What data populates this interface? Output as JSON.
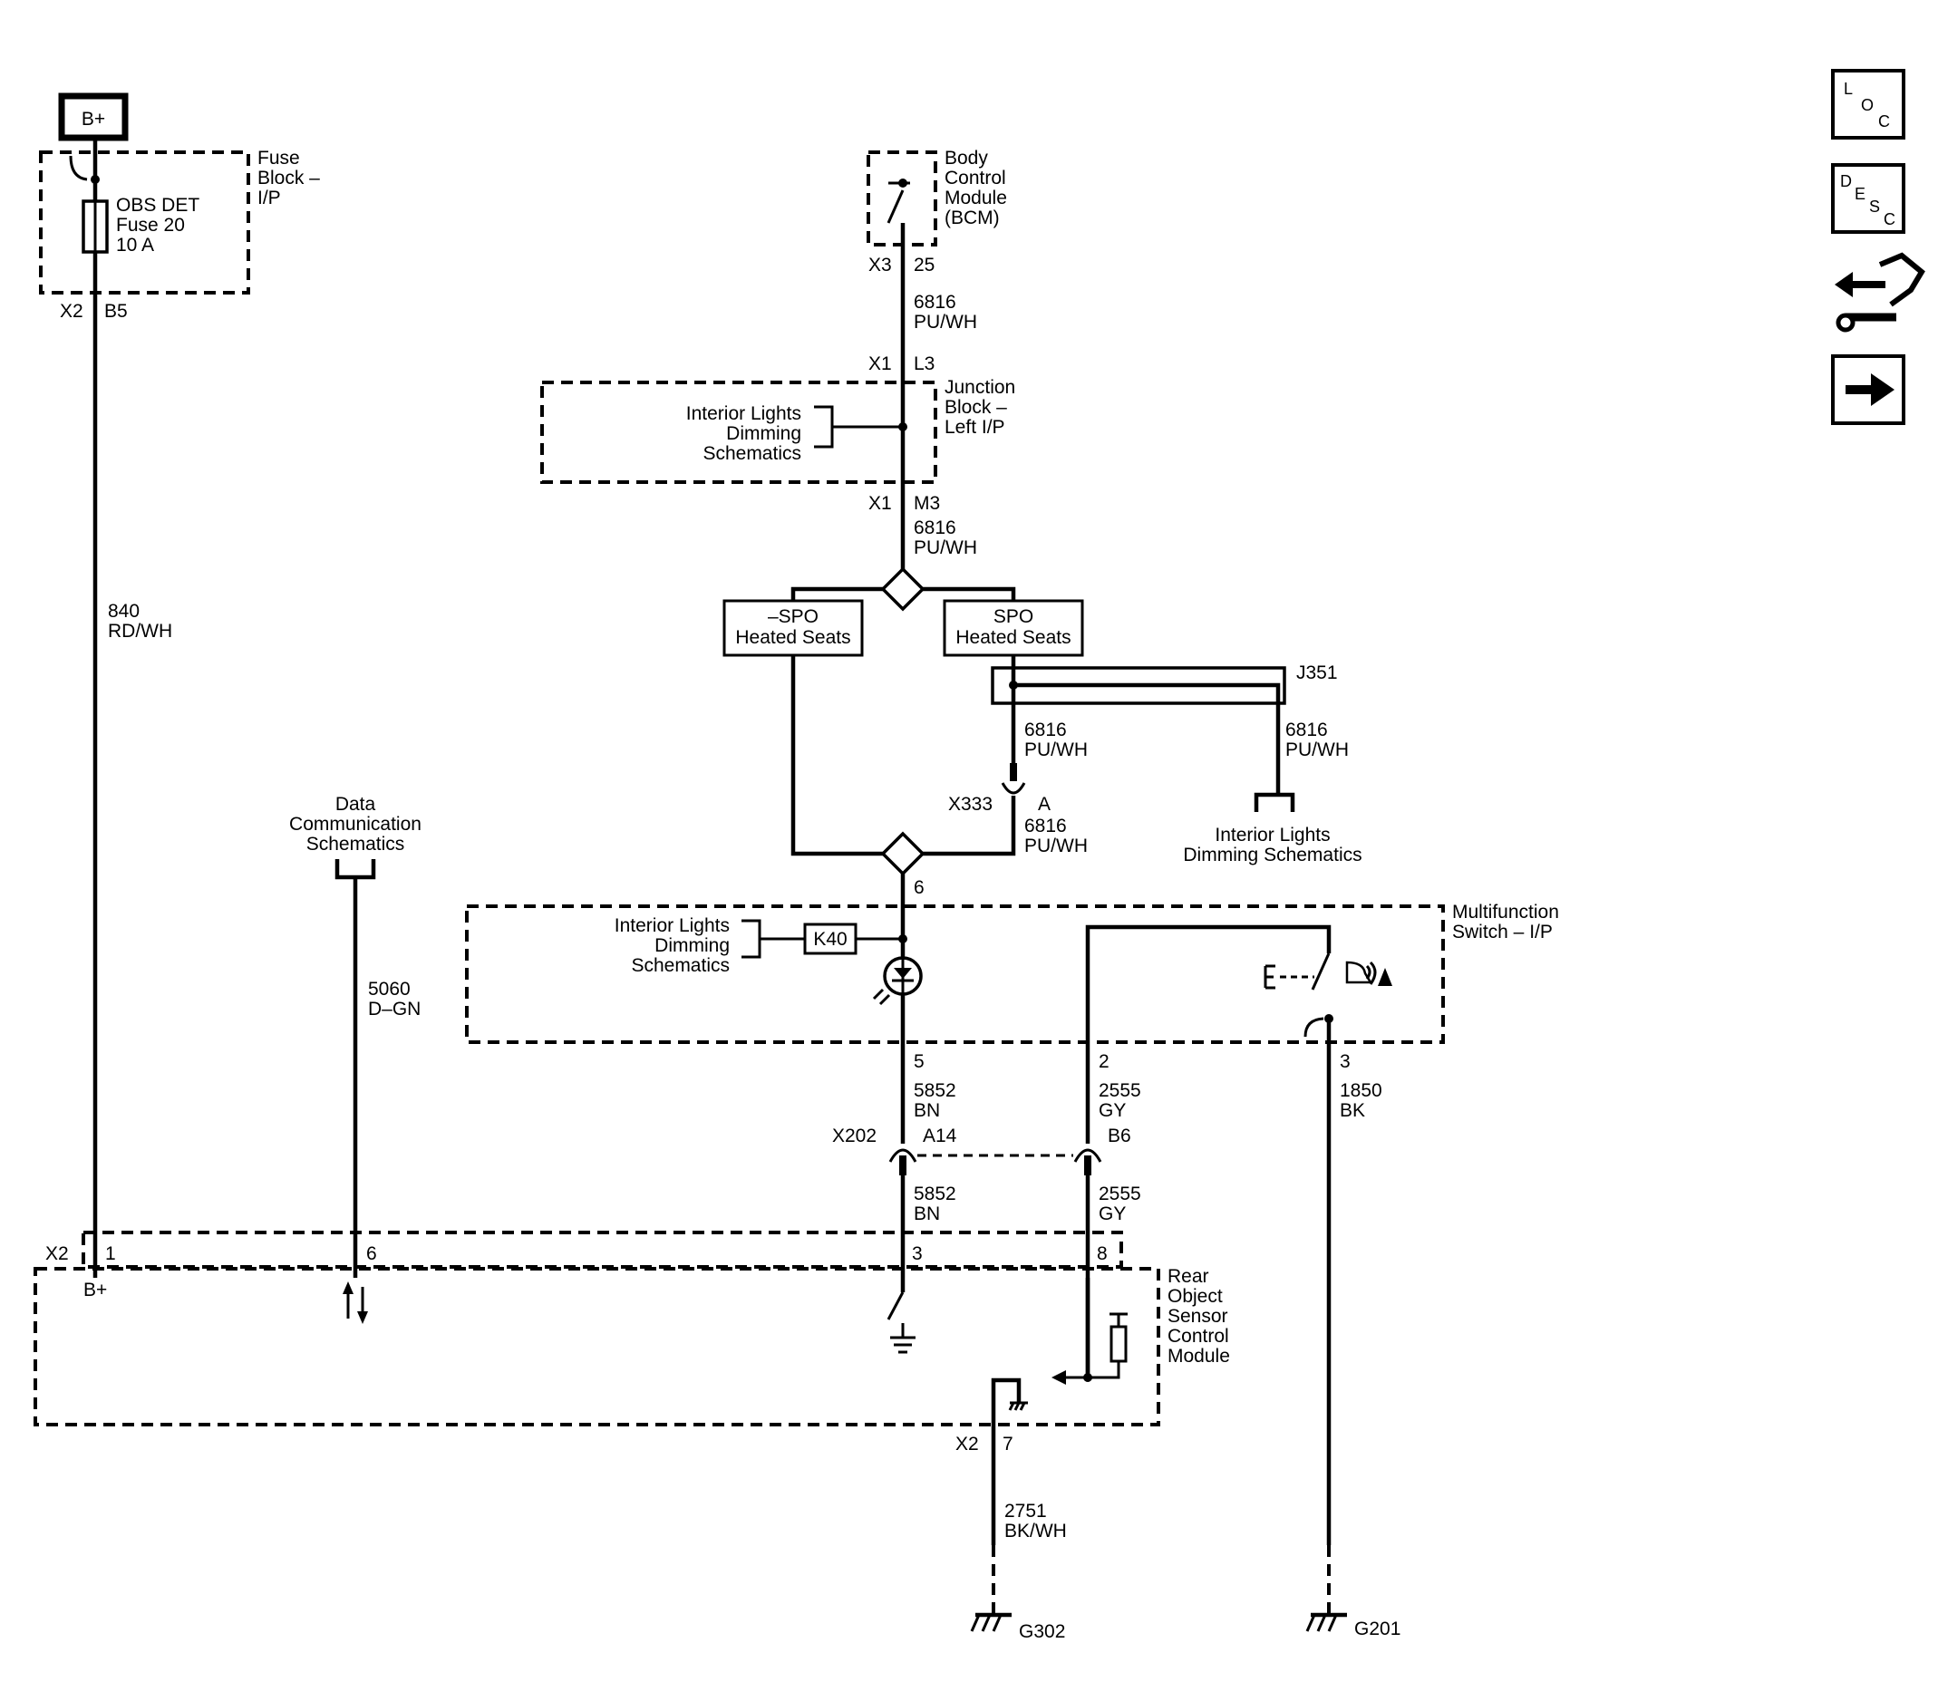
{
  "power": {
    "bplus": "B+"
  },
  "fuse_block": {
    "name": [
      "Fuse",
      "Block –",
      "I/P"
    ],
    "fuse": [
      "OBS DET",
      "Fuse 20",
      "10 A"
    ],
    "connector": "X2",
    "pin": "B5"
  },
  "wire_840": {
    "circuit": "840",
    "color": "RD/WH"
  },
  "bcm": {
    "name": [
      "Body",
      "Control",
      "Module",
      "(BCM)"
    ],
    "connector": "X3",
    "pin": "25"
  },
  "wire_6816_a": {
    "circuit": "6816",
    "color": "PU/WH"
  },
  "junction_block": {
    "name": [
      "Junction",
      "Block –",
      "Left I/P"
    ],
    "top_connector": "X1",
    "top_pin": "L3",
    "bottom_connector": "X1",
    "bottom_pin": "M3",
    "ref": [
      "Interior Lights",
      "Dimming",
      "Schematics"
    ]
  },
  "wire_6816_b": {
    "circuit": "6816",
    "color": "PU/WH"
  },
  "options": {
    "no_spo": [
      "–SPO",
      "Heated Seats"
    ],
    "spo": [
      "SPO",
      "Heated Seats"
    ]
  },
  "splice": {
    "name": "J351"
  },
  "wire_6816_c": {
    "circuit": "6816",
    "color": "PU/WH"
  },
  "wire_6816_d": {
    "circuit": "6816",
    "color": "PU/WH"
  },
  "x333": {
    "connector": "X333",
    "pin": "A"
  },
  "wire_6816_e": {
    "circuit": "6816",
    "color": "PU/WH"
  },
  "interior_ref_right": [
    "Interior Lights",
    "Dimming Schematics"
  ],
  "data_comm_ref": [
    "Data",
    "Communication",
    "Schematics"
  ],
  "wire_5060": {
    "circuit": "5060",
    "color": "D–GN"
  },
  "multifunction_switch": {
    "name": [
      "Multifunction",
      "Switch – I/P"
    ],
    "pin_in": "6",
    "ref": [
      "Interior Lights",
      "Dimming",
      "Schematics"
    ],
    "k40": "K40",
    "pin_5": "5",
    "pin_2": "2",
    "pin_3": "3"
  },
  "wire_5852_a": {
    "circuit": "5852",
    "color": "BN"
  },
  "wire_2555_a": {
    "circuit": "2555",
    "color": "GY"
  },
  "wire_1850": {
    "circuit": "1850",
    "color": "BK"
  },
  "x202": {
    "connector": "X202",
    "pin_a": "A14",
    "pin_b": "B6"
  },
  "wire_5852_b": {
    "circuit": "5852",
    "color": "BN"
  },
  "wire_2555_b": {
    "circuit": "2555",
    "color": "GY"
  },
  "rear_module": {
    "name": [
      "Rear",
      "Object",
      "Sensor",
      "Control",
      "Module"
    ],
    "connector": "X2",
    "pin_1": "1",
    "pin_6": "6",
    "pin_3": "3",
    "pin_8": "8",
    "bplus_label": "B+",
    "ground_connector": "X2",
    "ground_pin": "7"
  },
  "wire_2751": {
    "circuit": "2751",
    "color": "BK/WH"
  },
  "grounds": {
    "g302": "G302",
    "g201": "G201"
  },
  "side_icons": {
    "loc": [
      "L",
      "O",
      "C"
    ],
    "desc": [
      "D",
      "E",
      "S",
      "C"
    ],
    "icons": [
      "connector-swap-icon",
      "arrow-right-icon"
    ]
  }
}
